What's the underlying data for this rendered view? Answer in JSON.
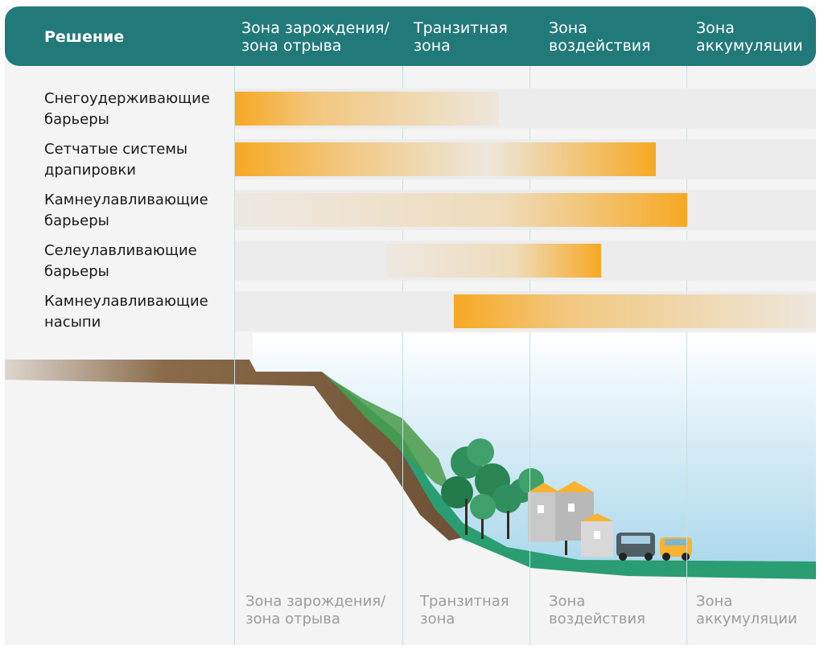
{
  "header": {
    "title": "Решение",
    "zones": [
      "Зона зарождения/\nзона отрыва",
      "Транзитная\nзона",
      "Зона\nвоздействия",
      "Зона\nаккумуляции"
    ]
  },
  "solutions": [
    {
      "label": "Снегоудерживающие\nбарьеры",
      "from": 0,
      "to": 1.75,
      "peak": 0
    },
    {
      "label": "Сетчатые системы\nдрапировки",
      "from": 0,
      "to": 2.8,
      "peak": 0
    },
    {
      "label": "Камнеулавливающие\nбарьеры",
      "from": 0,
      "to": 3.0,
      "peak": 3.0
    },
    {
      "label": "Селеулавливающие\nбарьеры",
      "from": 0.9,
      "to": 2.45,
      "peak": 2.45
    },
    {
      "label": "Камнеулавливающие\nнасыпи",
      "from": 1.4,
      "to": 4.0,
      "peak": 1.4
    }
  ],
  "footer": {
    "zones": [
      "Зона зарождения/\nзона отрыва",
      "Транзитная\nзона",
      "Зона\nвоздействия",
      "Зона\nаккумуляции"
    ]
  },
  "colors": {
    "header": "#22797a",
    "bar": "#f7a823",
    "grass": "#2a9d72",
    "soil": "#8a6a48",
    "sky": "#a7d6ec"
  }
}
